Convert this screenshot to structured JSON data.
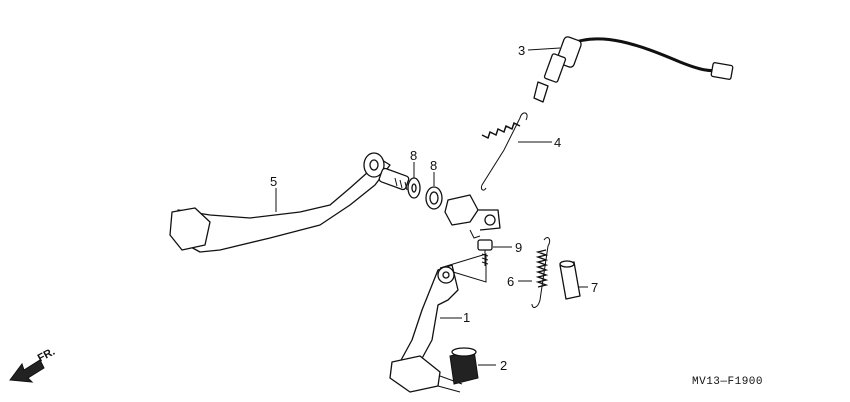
{
  "callouts": [
    {
      "number": "1"
    },
    {
      "number": "2"
    },
    {
      "number": "3"
    },
    {
      "number": "4"
    },
    {
      "number": "5"
    },
    {
      "number": "6"
    },
    {
      "number": "7"
    },
    {
      "number": "8"
    },
    {
      "number": "8"
    },
    {
      "number": "9"
    }
  ],
  "figure_code": "MV13—F1900",
  "direction_label": "FR.",
  "icons": [
    "front-direction-arrow-icon"
  ]
}
